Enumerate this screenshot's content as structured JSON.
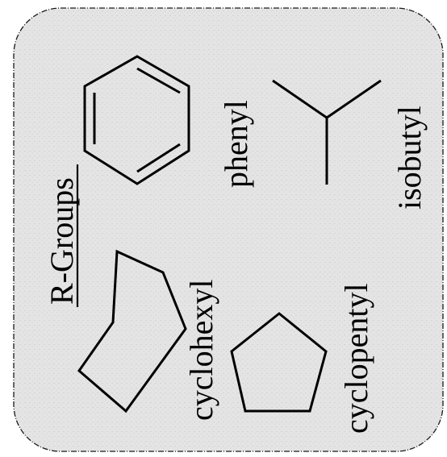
{
  "heading": "R-Groups",
  "groups": [
    {
      "id": "phenyl",
      "label": "phenyl"
    },
    {
      "id": "isobutyl",
      "label": "isobutyl"
    },
    {
      "id": "cyclohexyl",
      "label": "cyclohexyl"
    },
    {
      "id": "cyclopentyl",
      "label": "cyclopentyl"
    }
  ],
  "colors": {
    "panel_fill": "#e6e6e6",
    "stroke": "#000000",
    "background": "#ffffff"
  }
}
